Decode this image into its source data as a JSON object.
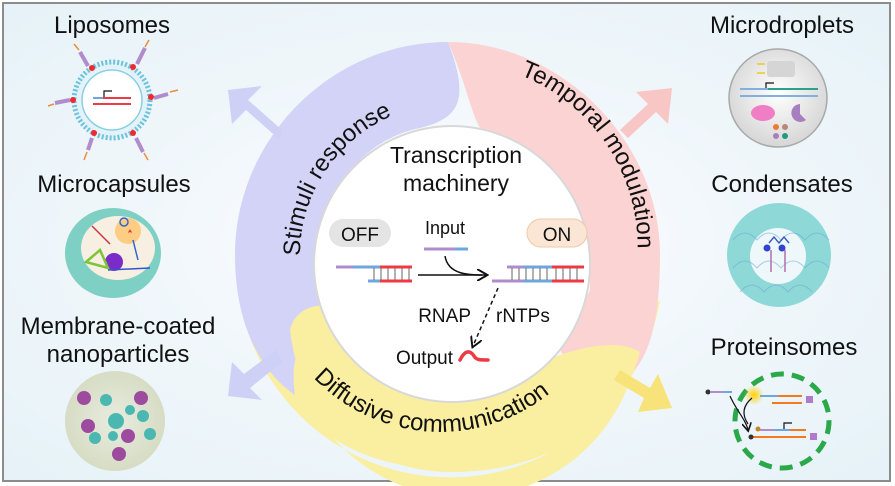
{
  "figure": {
    "center": {
      "title_line1": "Transcription",
      "title_line2": "machinery",
      "off_label": "OFF",
      "on_label": "ON",
      "input_label": "Input",
      "rnap_label": "RNAP",
      "rntps_label": "rNTPs",
      "output_label": "Output"
    },
    "ring": {
      "segments": [
        {
          "label": "Stimuli response",
          "color": "#d3d3f7"
        },
        {
          "label": "Temporal modulation",
          "color": "#fbd3d3"
        },
        {
          "label": "Diffusive communication",
          "color": "#faeea0"
        }
      ]
    },
    "left_panels": [
      {
        "label": "Liposomes"
      },
      {
        "label": "Microcapsules"
      },
      {
        "label_line1": "Membrane-coated",
        "label_line2": "nanoparticles"
      }
    ],
    "right_panels": [
      {
        "label": "Microdroplets"
      },
      {
        "label": "Condensates"
      },
      {
        "label": "Proteinsomes"
      }
    ],
    "colors": {
      "strand_purple": "#b08ccc",
      "strand_blue": "#6fa6dc",
      "strand_red": "#ee3a44",
      "off_badge": "#e4e4e4",
      "on_badge": "#fbe6d6",
      "arrow_purple": "#cfd0f5",
      "arrow_pink": "#f9c6c6",
      "arrow_yellow": "#f8e27a"
    }
  }
}
